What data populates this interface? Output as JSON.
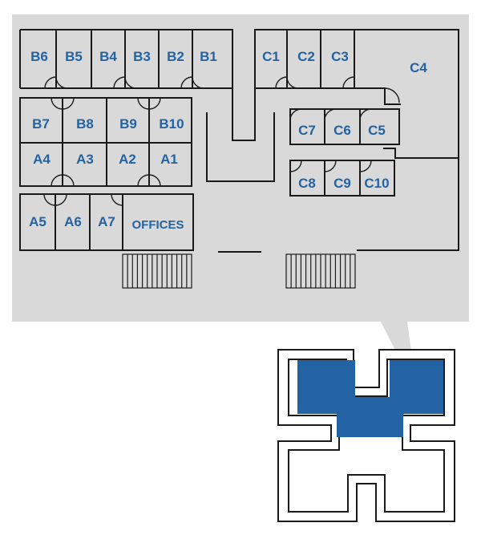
{
  "colors": {
    "panel": "#d9d9d9",
    "label": "#2362a3",
    "wall": "#1a1a1a",
    "highlight": "#2362a3",
    "white": "#ffffff"
  },
  "rooms": {
    "b6": "B6",
    "b5": "B5",
    "b4": "B4",
    "b3": "B3",
    "b2": "B2",
    "b1": "B1",
    "c1": "C1",
    "c2": "C2",
    "c3": "C3",
    "c4": "C4",
    "b7": "B7",
    "b8": "B8",
    "b9": "B9",
    "b10": "B10",
    "a4": "A4",
    "a3": "A3",
    "a2": "A2",
    "a1": "A1",
    "c7": "C7",
    "c6": "C6",
    "c5": "C5",
    "c8": "C8",
    "c9": "C9",
    "c10": "C10",
    "a5": "A5",
    "a6": "A6",
    "a7": "A7",
    "offices": "OFFICES"
  }
}
